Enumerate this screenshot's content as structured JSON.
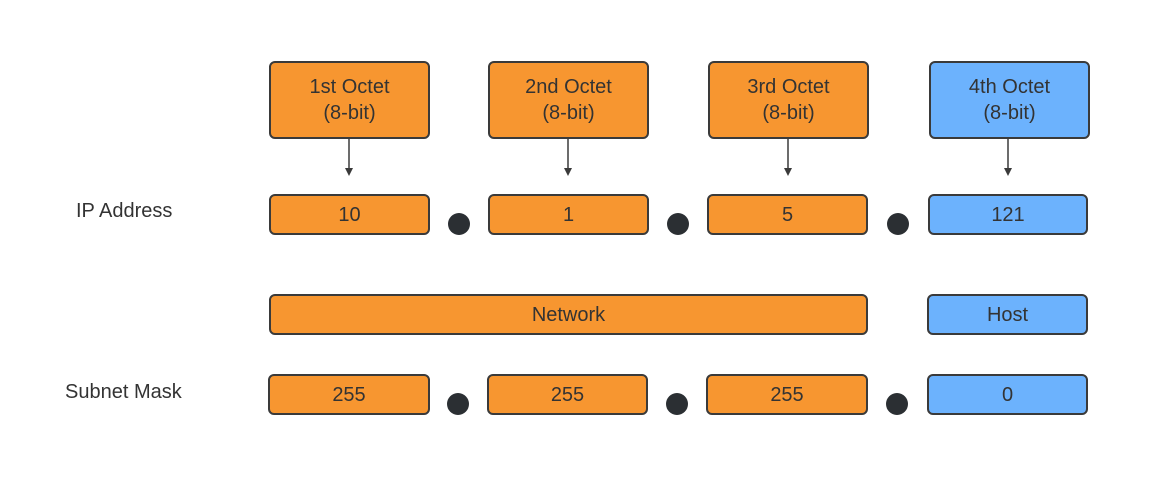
{
  "colors": {
    "network": "#f79630",
    "host": "#6cb2fd",
    "border": "#3a3a3a",
    "dot": "#2b2f33",
    "text": "#333333"
  },
  "octets": [
    {
      "title": "1st Octet",
      "bits": "(8-bit)"
    },
    {
      "title": "2nd Octet",
      "bits": "(8-bit)"
    },
    {
      "title": "3rd Octet",
      "bits": "(8-bit)"
    },
    {
      "title": "4th Octet",
      "bits": "(8-bit)"
    }
  ],
  "ip_address": {
    "label": "IP Address",
    "values": [
      "10",
      "1",
      "5",
      "121"
    ]
  },
  "parts": {
    "network_label": "Network",
    "host_label": "Host"
  },
  "subnet_mask": {
    "label": "Subnet Mask",
    "values": [
      "255",
      "255",
      "255",
      "0"
    ]
  }
}
